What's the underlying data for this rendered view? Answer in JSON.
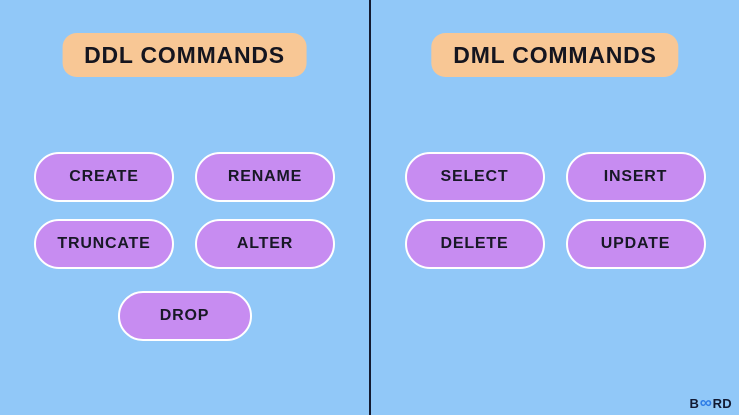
{
  "page": {
    "background_color": "#91c8f8",
    "divider_color": "#131a30",
    "header_bg_color": "#f8c795",
    "pill_bg_color": "#c78cf1",
    "pill_border_color": "#ffffff",
    "text_color": "#15151f",
    "logo_accent_color": "#2e7ce6"
  },
  "panels": {
    "ddl": {
      "title": "DDL COMMANDS",
      "commands": [
        "CREATE",
        "RENAME",
        "TRUNCATE",
        "ALTER",
        "DROP"
      ]
    },
    "dml": {
      "title": "DML COMMANDS",
      "commands": [
        "SELECT",
        "INSERT",
        "DELETE",
        "UPDATE"
      ]
    }
  },
  "logo": {
    "prefix": "B",
    "infinity_glyph": "∞",
    "suffix": "RD"
  }
}
